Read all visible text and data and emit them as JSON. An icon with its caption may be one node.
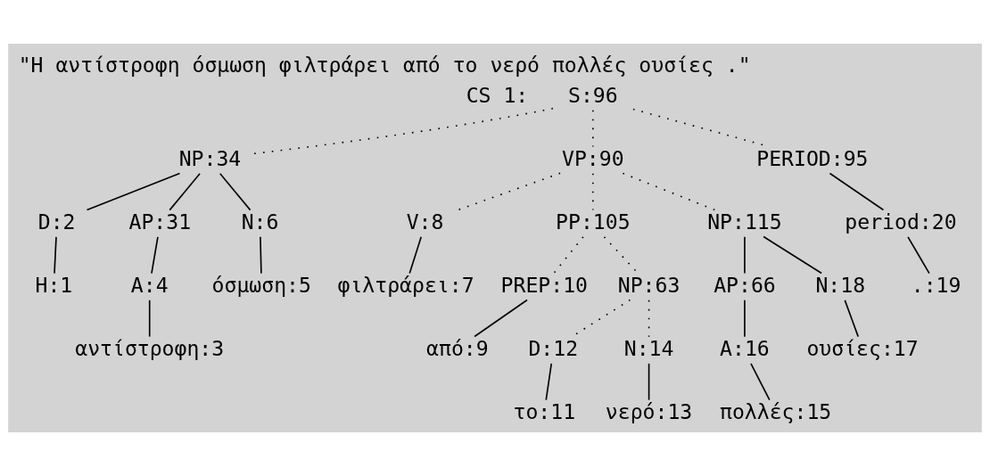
{
  "diagram": {
    "title": "\"Η αντίστροφη όσμωση φιλτράρει από το νερό πολλές ουσίες .\"",
    "nodes": [
      {
        "text": [
          "S:96"
        ]
      },
      {
        "text": [
          "NP:34"
        ]
      },
      {
        "text": [
          "VP:90"
        ]
      },
      {
        "text": [
          "PERIOD:95"
        ]
      },
      {
        "text": [
          "D:2"
        ]
      },
      {
        "text": [
          "AP:31"
        ]
      },
      {
        "text": [
          "N:6"
        ]
      },
      {
        "text": [
          "V:8"
        ]
      },
      {
        "text": [
          "PP:105"
        ]
      },
      {
        "text": [
          "NP:115"
        ]
      },
      {
        "text": [
          "period:20"
        ]
      },
      {
        "text": [
          "Η:1"
        ]
      },
      {
        "text": [
          "A:4"
        ]
      },
      {
        "text": [
          "όσμωση:5"
        ]
      },
      {
        "text": [
          "φιλτράρει:7"
        ]
      },
      {
        "text": [
          "PREP:10"
        ]
      },
      {
        "text": [
          "NP:63"
        ]
      },
      {
        "text": [
          "AP:66"
        ]
      },
      {
        "text": [
          "N:18"
        ]
      },
      {
        "text": [
          ".:19"
        ]
      },
      {
        "text": [
          "αντίστροφη:3"
        ]
      },
      {
        "text": [
          "από:9"
        ]
      },
      {
        "text": [
          "D:12"
        ]
      },
      {
        "text": [
          "N:14"
        ]
      },
      {
        "text": [
          "A:16"
        ]
      },
      {
        "text": [
          "ουσίες:17"
        ]
      },
      {
        "text": [
          "το:11"
        ]
      },
      {
        "text": [
          "νερό:13"
        ]
      },
      {
        "text": [
          "πολλές:15"
        ]
      }
    ],
    "edges": [
      {
        "from": 0,
        "to": 1,
        "arrow": "none",
        "style": "dashed"
      },
      {
        "from": 0,
        "to": 2,
        "arrow": "none",
        "style": "dashed"
      },
      {
        "from": 0,
        "to": 3,
        "arrow": "none",
        "style": "dashed"
      },
      {
        "from": 1,
        "to": 4,
        "arrow": "none"
      },
      {
        "from": 1,
        "to": 5,
        "arrow": "none"
      },
      {
        "from": 1,
        "to": 6,
        "arrow": "none"
      },
      {
        "from": 2,
        "to": 7,
        "arrow": "none",
        "style": "dashed"
      },
      {
        "from": 2,
        "to": 8,
        "arrow": "none",
        "style": "dashed"
      },
      {
        "from": 2,
        "to": 9,
        "arrow": "none",
        "style": "dashed"
      },
      {
        "from": 3,
        "to": 10,
        "arrow": "none"
      },
      {
        "from": 4,
        "to": 11,
        "arrow": "none"
      },
      {
        "from": 5,
        "to": 12,
        "arrow": "none"
      },
      {
        "from": 6,
        "to": 13,
        "arrow": "none"
      },
      {
        "from": 7,
        "to": 14,
        "arrow": "none"
      },
      {
        "from": 8,
        "to": 15,
        "arrow": "none",
        "style": "dashed"
      },
      {
        "from": 8,
        "to": 16,
        "arrow": "none",
        "style": "dashed"
      },
      {
        "from": 9,
        "to": 17,
        "arrow": "none"
      },
      {
        "from": 9,
        "to": 18,
        "arrow": "none"
      },
      {
        "from": 10,
        "to": 19,
        "arrow": "none"
      },
      {
        "from": 12,
        "to": 20,
        "arrow": "none"
      },
      {
        "from": 15,
        "to": 21,
        "arrow": "none"
      },
      {
        "from": 16,
        "to": 22,
        "arrow": "none",
        "style": "dashed"
      },
      {
        "from": 16,
        "to": 23,
        "arrow": "none",
        "style": "dashed"
      },
      {
        "from": 17,
        "to": 24,
        "arrow": "none"
      },
      {
        "from": 18,
        "to": 25,
        "arrow": "none"
      },
      {
        "from": 22,
        "to": 26,
        "arrow": "none"
      },
      {
        "from": 23,
        "to": 27,
        "arrow": "none"
      },
      {
        "from": 24,
        "to": 28,
        "arrow": "none"
      }
    ],
    "labels": [
      "CS 1:"
    ]
  }
}
